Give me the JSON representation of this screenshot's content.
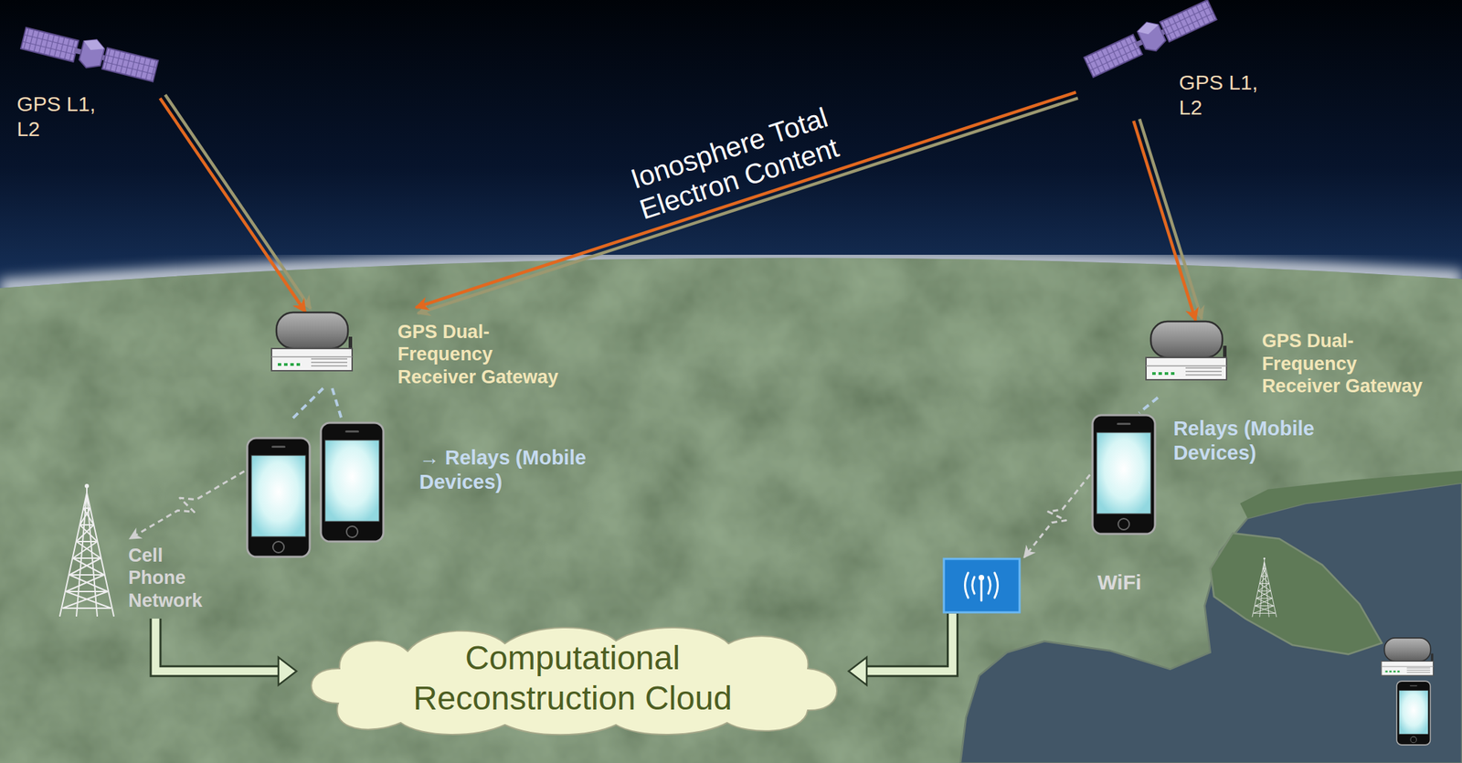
{
  "diagram": {
    "nodes": [
      {
        "text": [
          "GPS L1, L2"
        ]
      },
      {
        "text": [
          "GPS L1, L2"
        ]
      },
      {
        "text": [
          "GPS Dual-Frequency Receiver Gateway"
        ]
      },
      {
        "text": [
          "→ Relays (Mobile Devices)"
        ]
      },
      {
        "text": [
          "Cell Phone Network"
        ]
      },
      {
        "text": [
          "GPS Dual-Frequency Receiver Gateway"
        ]
      },
      {
        "text": [
          "Relays (Mobile Devices)"
        ]
      },
      {
        "text": [
          "WiFi"
        ]
      },
      {
        "text": [
          "Computational Reconstruction Cloud"
        ]
      }
    ],
    "edges": [
      {
        "from": 0,
        "to": 2,
        "arrow": "to"
      },
      {
        "from": 1,
        "to": 2,
        "arrow": "to",
        "label": "Ionosphere Total Electron Content"
      },
      {
        "from": 1,
        "to": 5,
        "arrow": "to"
      },
      {
        "from": 2,
        "to": 3,
        "arrow": "none"
      },
      {
        "from": 3,
        "to": 4,
        "arrow": "to"
      },
      {
        "from": 5,
        "to": 6,
        "arrow": "none"
      },
      {
        "from": 6,
        "to": 7,
        "arrow": "to"
      },
      {
        "from": 4,
        "to": 8,
        "arrow": "to"
      },
      {
        "from": 7,
        "to": 8,
        "arrow": "to"
      }
    ]
  }
}
